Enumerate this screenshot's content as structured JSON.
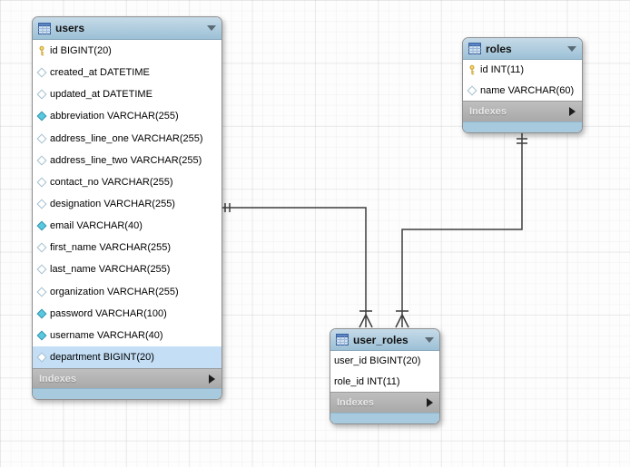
{
  "diagram": {
    "tables": [
      {
        "name": "users",
        "indexes_label": "Indexes",
        "columns": [
          {
            "icon": "key",
            "text": "id BIGINT(20)"
          },
          {
            "icon": "diamond-hollow",
            "text": "created_at DATETIME"
          },
          {
            "icon": "diamond-hollow",
            "text": "updated_at DATETIME"
          },
          {
            "icon": "diamond-filled",
            "text": "abbreviation VARCHAR(255)"
          },
          {
            "icon": "diamond-hollow",
            "text": "address_line_one VARCHAR(255)"
          },
          {
            "icon": "diamond-hollow",
            "text": "address_line_two VARCHAR(255)"
          },
          {
            "icon": "diamond-hollow",
            "text": "contact_no VARCHAR(255)"
          },
          {
            "icon": "diamond-hollow",
            "text": "designation VARCHAR(255)"
          },
          {
            "icon": "diamond-filled",
            "text": "email VARCHAR(40)"
          },
          {
            "icon": "diamond-hollow",
            "text": "first_name VARCHAR(255)"
          },
          {
            "icon": "diamond-hollow",
            "text": "last_name VARCHAR(255)"
          },
          {
            "icon": "diamond-hollow",
            "text": "organization VARCHAR(255)"
          },
          {
            "icon": "diamond-filled",
            "text": "password VARCHAR(100)"
          },
          {
            "icon": "diamond-filled",
            "text": "username VARCHAR(40)"
          },
          {
            "icon": "diamond-hollow",
            "text": "department BIGINT(20)",
            "selected": true
          }
        ]
      },
      {
        "name": "roles",
        "indexes_label": "Indexes",
        "columns": [
          {
            "icon": "key",
            "text": "id INT(11)"
          },
          {
            "icon": "diamond-hollow",
            "text": "name VARCHAR(60)"
          }
        ]
      },
      {
        "name": "user_roles",
        "indexes_label": "Indexes",
        "columns": [
          {
            "icon": "none",
            "text": "user_id BIGINT(20)"
          },
          {
            "icon": "none",
            "text": "role_id INT(11)"
          }
        ]
      }
    ],
    "relationships": [
      {
        "from": "users",
        "to": "user_roles",
        "from_cardinality": "one-and-only-one",
        "to_cardinality": "one-or-many"
      },
      {
        "from": "roles",
        "to": "user_roles",
        "from_cardinality": "one-and-only-one",
        "to_cardinality": "one-or-many"
      }
    ],
    "icons": {
      "table_icon": "table-grid",
      "collapse_icon": "triangle-down",
      "expand_icon": "triangle-right",
      "primary_key_icon": "yellow-key",
      "not_null_icon": "filled-diamond",
      "nullable_icon": "hollow-diamond"
    },
    "colors": {
      "table_header": "#9cc0d6",
      "selected_row": "#c3def5",
      "indexes_bg": "#b0b0b0",
      "bottom_bar": "#a7cadf",
      "relationship_line": "#3d3d3d",
      "canvas_grid": "#ededed"
    }
  }
}
